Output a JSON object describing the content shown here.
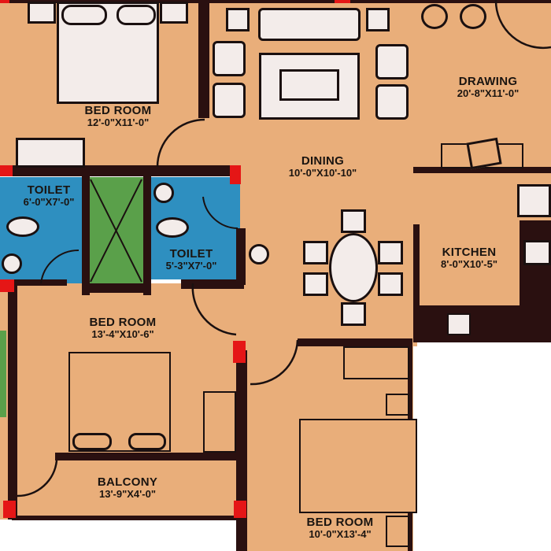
{
  "plan": {
    "type": "residential floor plan",
    "colors": {
      "floor": "#e9ae7a",
      "toilet": "#2e8fc0",
      "duct": "#5aa04a",
      "wall": "#2a1010",
      "column": "#e51616"
    },
    "rooms": [
      {
        "id": "bedroom_1",
        "name": "BED ROOM",
        "dimensions": "12'-0\"X11'-0\""
      },
      {
        "id": "drawing",
        "name": "DRAWING",
        "dimensions": "20'-8\"X11'-0\""
      },
      {
        "id": "dining",
        "name": "DINING",
        "dimensions": "10'-0\"X10'-10\""
      },
      {
        "id": "toilet_1",
        "name": "TOILET",
        "dimensions": "6'-0\"X7'-0\""
      },
      {
        "id": "toilet_2",
        "name": "TOILET",
        "dimensions": "5'-3\"X7'-0\""
      },
      {
        "id": "kitchen",
        "name": "KITCHEN",
        "dimensions": "8'-0\"X10'-5\""
      },
      {
        "id": "bedroom_2",
        "name": "BED ROOM",
        "dimensions": "13'-4\"X10'-6\""
      },
      {
        "id": "balcony",
        "name": "BALCONY",
        "dimensions": "13'-9\"X4'-0\""
      },
      {
        "id": "bedroom_3",
        "name": "BED ROOM",
        "dimensions": "10'-0\"X13'-4\""
      }
    ],
    "fixtures": [
      "double-bed",
      "sofa-set",
      "coffee-table",
      "dining-table-6-seater",
      "wc",
      "wash-basin",
      "cooking-hob",
      "kitchen-sink",
      "wardrobe",
      "side-table",
      "tv-unit"
    ]
  }
}
